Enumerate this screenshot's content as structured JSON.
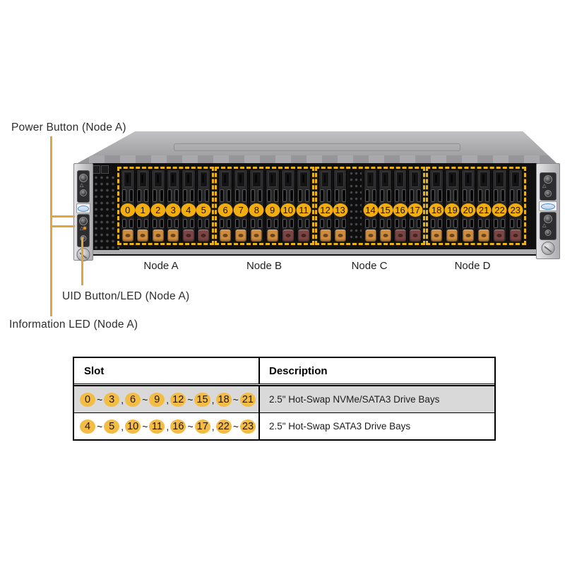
{
  "callouts": {
    "power": "Power Button (Node A)",
    "uid": "UID Button/LED (Node A)",
    "info": "Information LED (Node A)"
  },
  "server": {
    "nodes": [
      {
        "label": "Node A",
        "bays": [
          {
            "num": "0",
            "latch": "orange"
          },
          {
            "num": "1",
            "latch": "orange"
          },
          {
            "num": "2",
            "latch": "orange"
          },
          {
            "num": "3",
            "latch": "orange"
          },
          {
            "num": "4",
            "latch": "maroon"
          },
          {
            "num": "5",
            "latch": "maroon"
          }
        ]
      },
      {
        "label": "Node B",
        "bays": [
          {
            "num": "6",
            "latch": "orange"
          },
          {
            "num": "7",
            "latch": "orange"
          },
          {
            "num": "8",
            "latch": "orange"
          },
          {
            "num": "9",
            "latch": "orange"
          },
          {
            "num": "10",
            "latch": "maroon"
          },
          {
            "num": "11",
            "latch": "maroon"
          }
        ]
      },
      {
        "label": "Node C",
        "vent_after": 2,
        "bays": [
          {
            "num": "12",
            "latch": "orange"
          },
          {
            "num": "13",
            "latch": "orange"
          },
          {
            "num": "14",
            "latch": "orange"
          },
          {
            "num": "15",
            "latch": "orange"
          },
          {
            "num": "16",
            "latch": "maroon"
          },
          {
            "num": "17",
            "latch": "maroon"
          }
        ]
      },
      {
        "label": "Node D",
        "bays": [
          {
            "num": "18",
            "latch": "orange"
          },
          {
            "num": "19",
            "latch": "orange"
          },
          {
            "num": "20",
            "latch": "orange"
          },
          {
            "num": "21",
            "latch": "orange"
          },
          {
            "num": "22",
            "latch": "maroon"
          },
          {
            "num": "23",
            "latch": "maroon"
          }
        ]
      }
    ]
  },
  "table": {
    "headers": [
      "Slot",
      "Description"
    ],
    "pair_separator": "~",
    "group_separator": ",",
    "rows": [
      {
        "slots": [
          [
            "0",
            "3"
          ],
          [
            "6",
            "9"
          ],
          [
            "12",
            "15"
          ],
          [
            "18",
            "21"
          ]
        ],
        "description": "2.5\" Hot-Swap NVMe/SATA3 Drive Bays",
        "shaded": true
      },
      {
        "slots": [
          [
            "4",
            "5"
          ],
          [
            "10",
            "11"
          ],
          [
            "16",
            "17"
          ],
          [
            "22",
            "23"
          ]
        ],
        "description": "2.5\" Hot-Swap SATA3 Drive Bays",
        "shaded": false
      }
    ]
  },
  "colors": {
    "callout_line": "#e0a63c",
    "dashed_outline": "#e9b414",
    "bay_number_badge": "#f2ae10",
    "table_number_badge": "#f3bc45",
    "latch_orange": "#cf8c3e",
    "latch_maroon": "#7c4544",
    "shaded_row": "#d9d9d9",
    "logo_blue": "#4a86c8"
  }
}
